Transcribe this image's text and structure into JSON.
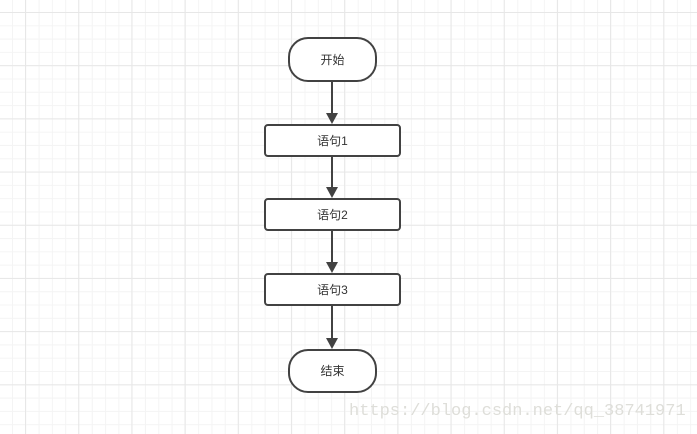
{
  "diagram": {
    "type": "flowchart",
    "direction": "top-to-bottom",
    "nodes": [
      {
        "id": "start",
        "label": "开始",
        "shape": "terminator"
      },
      {
        "id": "s1",
        "label": "语句1",
        "shape": "process"
      },
      {
        "id": "s2",
        "label": "语句2",
        "shape": "process"
      },
      {
        "id": "s3",
        "label": "语句3",
        "shape": "process"
      },
      {
        "id": "end",
        "label": "结束",
        "shape": "terminator"
      }
    ],
    "edges": [
      {
        "from": "start",
        "to": "s1"
      },
      {
        "from": "s1",
        "to": "s2"
      },
      {
        "from": "s2",
        "to": "s3"
      },
      {
        "from": "s3",
        "to": "end"
      }
    ]
  },
  "watermark": {
    "text": "https://blog.csdn.net/qq_38741971"
  },
  "theme": {
    "stroke_color": "#424242",
    "text_color": "#333333",
    "node_fill": "#ffffff",
    "grid_minor_color": "#f4f4f4",
    "grid_major_color": "#e7e7e7",
    "watermark_color": "#deded9",
    "background": "#ffffff"
  }
}
